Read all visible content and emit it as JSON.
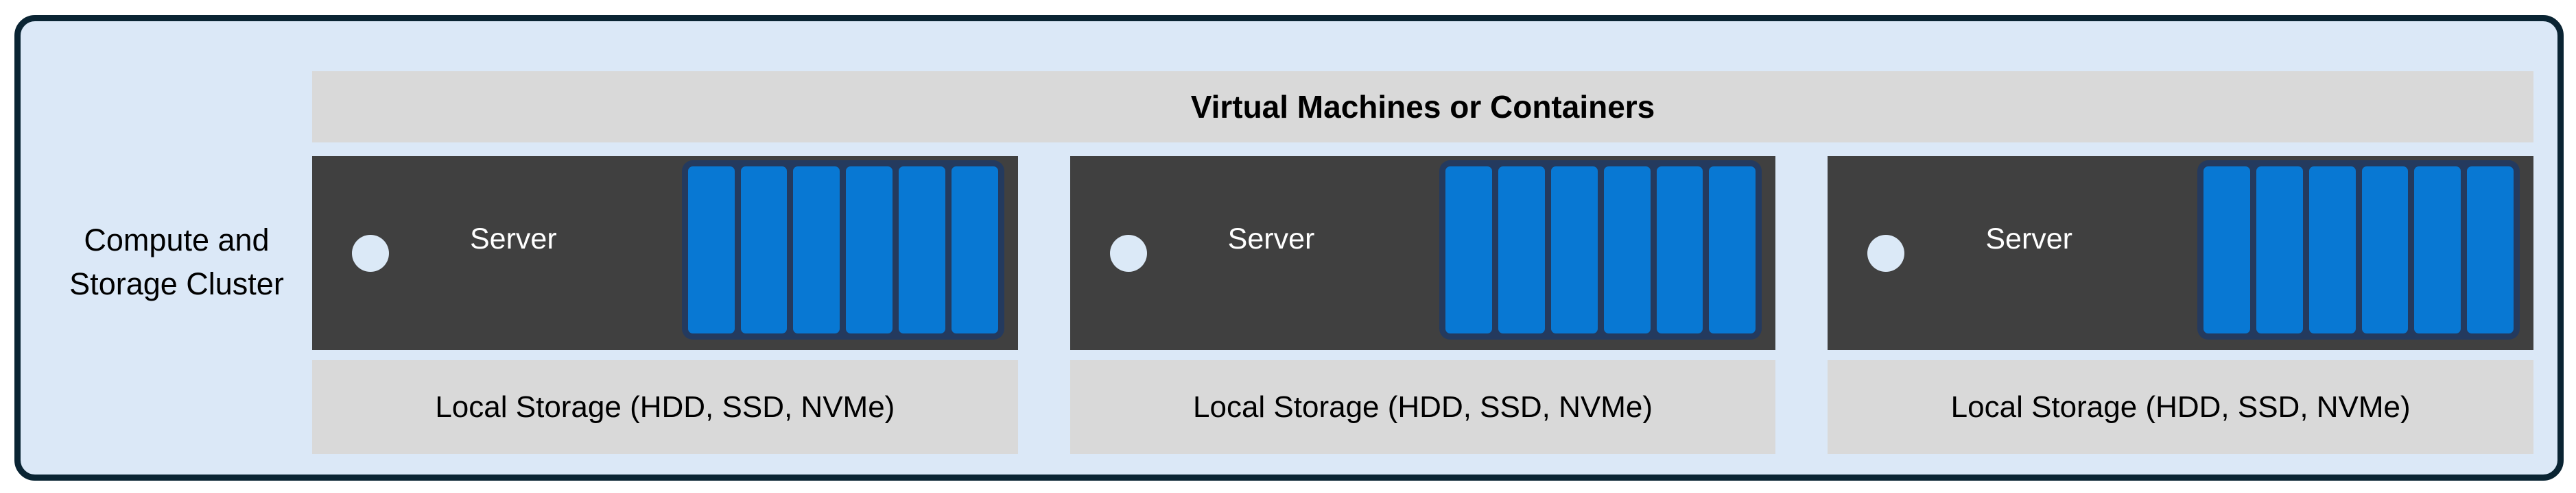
{
  "cluster": {
    "label_line1": "Compute and",
    "label_line2": "Storage Cluster",
    "banner_label": "Virtual Machines or Containers",
    "servers": [
      {
        "name": "Server",
        "storage_label": "Local Storage (HDD, SSD, NVMe)",
        "disk_count": 6
      },
      {
        "name": "Server",
        "storage_label": "Local Storage (HDD, SSD, NVMe)",
        "disk_count": 6
      },
      {
        "name": "Server",
        "storage_label": "Local Storage (HDD, SSD, NVMe)",
        "disk_count": 6
      }
    ],
    "colors": {
      "card_fill": "#dbe8f7",
      "card_border": "#0a2433",
      "band_gray": "#d9d9d9",
      "server_body": "#404040",
      "disk_blue": "#0878d3",
      "disk_frame_navy": "#243a5e",
      "led_fill": "#dbe9f7",
      "server_text": "#ffffff",
      "label_text": "#000000"
    }
  }
}
